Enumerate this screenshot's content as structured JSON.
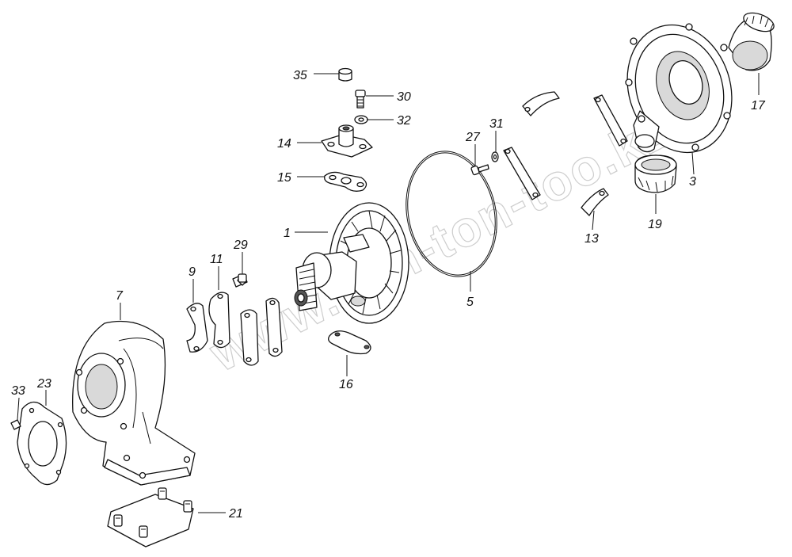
{
  "watermark": "www.sim-ton-too.kz",
  "callouts": {
    "c1": "1",
    "c3": "3",
    "c5": "5",
    "c7": "7",
    "c9": "9",
    "c11": "11",
    "c13": "13",
    "c14": "14",
    "c15": "15",
    "c16": "16",
    "c17": "17",
    "c19": "19",
    "c21": "21",
    "c23": "23",
    "c27": "27",
    "c29": "29",
    "c30": "30",
    "c31": "31",
    "c32": "32",
    "c33": "33",
    "c35": "35"
  }
}
